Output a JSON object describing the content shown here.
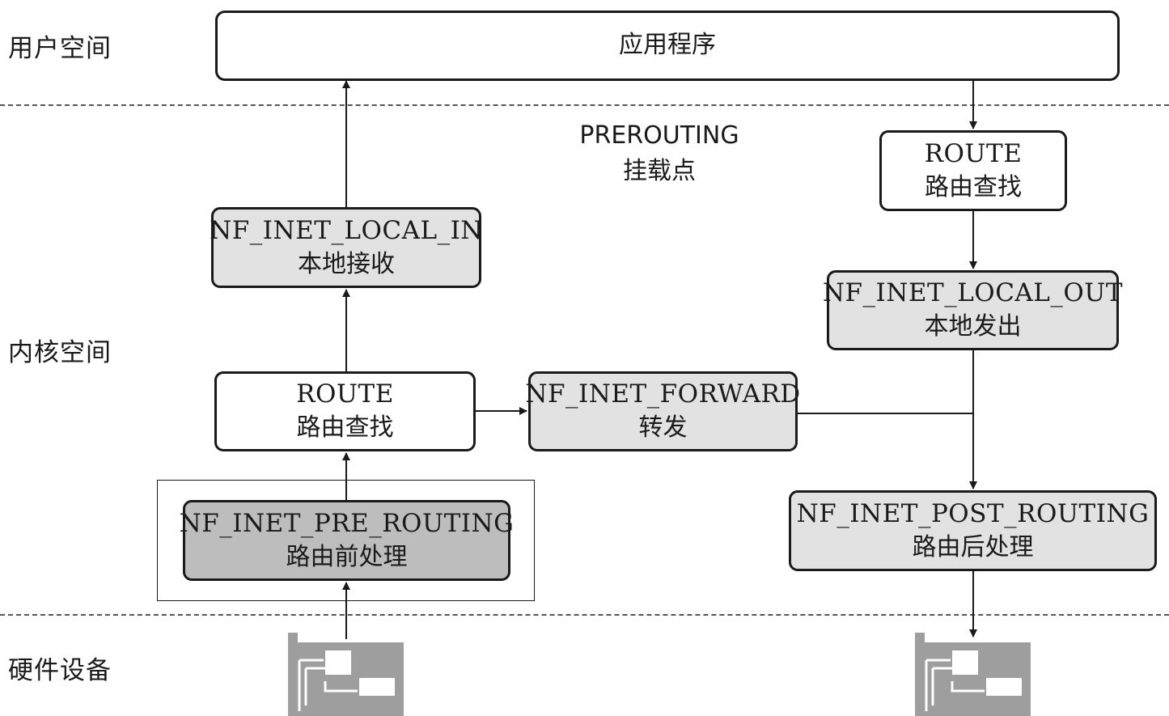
{
  "zones": {
    "user": "用户空间",
    "kernel": "内核空间",
    "hardware": "硬件设备"
  },
  "app": {
    "label": "应用程序"
  },
  "hook_caption": {
    "line1": "PREROUTING",
    "line2": "挂载点"
  },
  "nodes": {
    "local_in": {
      "en": "NF_INET_LOCAL_IN",
      "zh": "本地接收"
    },
    "route_left": {
      "en": "ROUTE",
      "zh": "路由查找"
    },
    "forward": {
      "en": "NF_INET_FORWARD",
      "zh": "转发"
    },
    "pre_routing": {
      "en": "NF_INET_PRE_ROUTING",
      "zh": "路由前处理"
    },
    "route_right": {
      "en": "ROUTE",
      "zh": "路由查找"
    },
    "local_out": {
      "en": "NF_INET_LOCAL_OUT",
      "zh": "本地发出"
    },
    "post_routing": {
      "en": "NF_INET_POST_ROUTING",
      "zh": "路由后处理"
    }
  },
  "colors": {
    "line": "#1a1a1a",
    "box_white": "#ffffff",
    "box_light": "#e2e2e2",
    "box_dark": "#bdbdbd",
    "card": "#9e9e9e"
  },
  "icons": {
    "network_card_in": "network-card-icon",
    "network_card_out": "network-card-icon"
  }
}
